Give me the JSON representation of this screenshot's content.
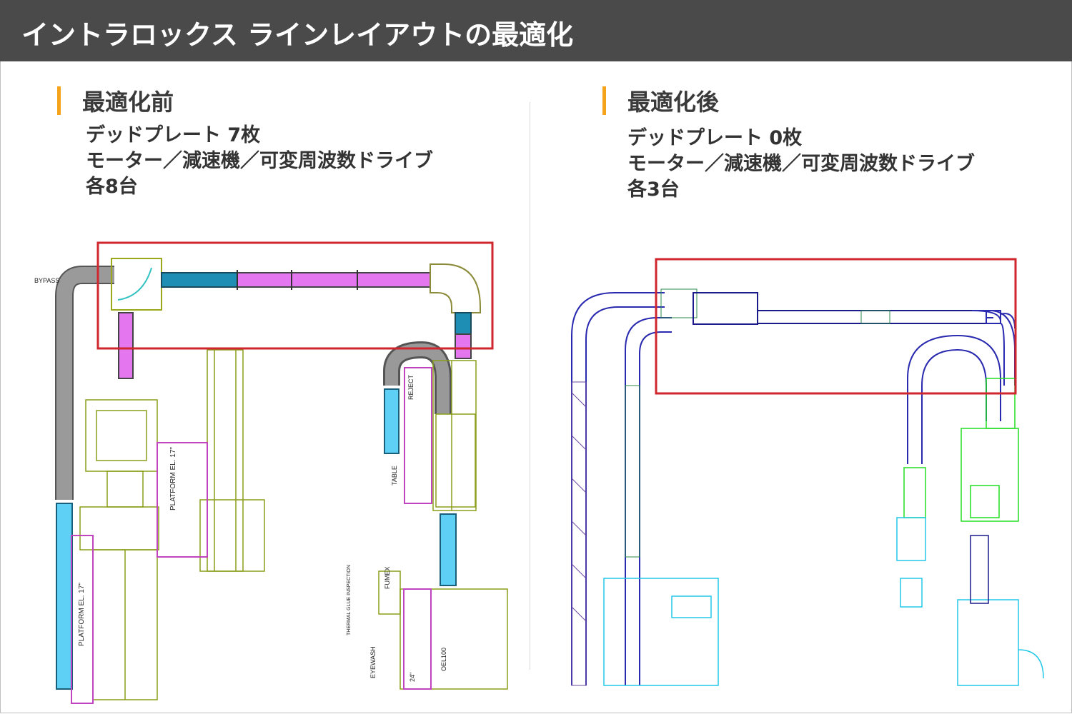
{
  "title": "イントラロックス ラインレイアウトの最適化",
  "accent_color": "#f5a31a",
  "highlight_color": "#d0262e",
  "before": {
    "heading": "最適化前",
    "lines": [
      "デッドプレート 7枚",
      "モーター／減速機／可変周波数ドライブ",
      "各8台"
    ],
    "labels": {
      "bypass": "BYPASS",
      "reject": "REJECT",
      "table": "TABLE",
      "platform1": "PLATFORM EL. 17\"",
      "platform2": "PLATFORM EL. 17\"",
      "fumex": "FUMEX",
      "thermal": "THERMAL GLUE INSPECTION",
      "eyewash": "EYEWASH",
      "dim": "24\"",
      "oel": "OEL100"
    }
  },
  "after": {
    "heading": "最適化後",
    "lines": [
      "デッドプレート 0枚",
      "モーター／減速機／可変周波数ドライブ",
      "各3台"
    ]
  }
}
